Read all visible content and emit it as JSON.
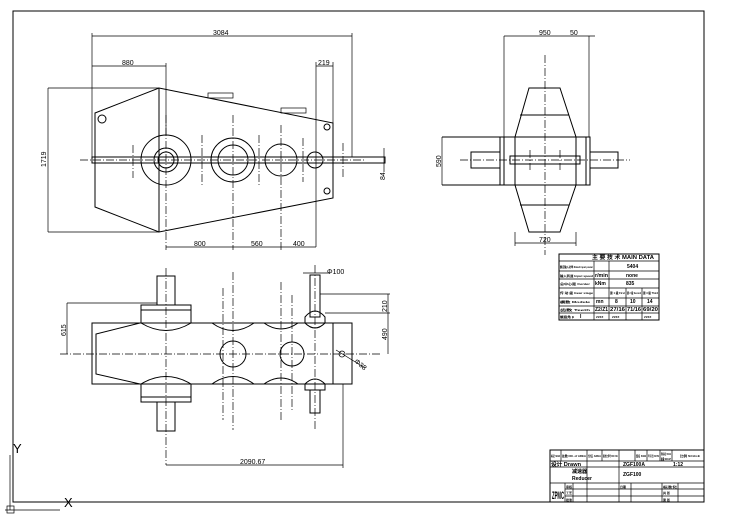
{
  "drawing": {
    "front_view": {
      "dims": {
        "overall_length": "3084",
        "left_offset": "880",
        "right_flange": "219",
        "height": "1719",
        "center_1": "800",
        "center_2": "560",
        "center_3": "400",
        "shaft_dia": "84"
      }
    },
    "side_view": {
      "dims": {
        "width": "950",
        "offset": "50",
        "height": "590",
        "body_width": "720"
      }
    },
    "top_view": {
      "dims": {
        "half_width": "615",
        "length": "2090.67",
        "shaft_dia": "Φ100",
        "dim_a": "210",
        "dim_b": "490",
        "hole": "Φ38"
      }
    },
    "ucs": {
      "x_label": "X",
      "y_label": "Y"
    },
    "main_data_table": {
      "title": "主 要 技 术 MAIN DATA",
      "rows": [
        [
          "额定输入功率 Rated input power",
          "",
          "5404"
        ],
        [
          "输入转速 Input speed",
          "r/min",
          "none"
        ],
        [
          "总中心距 Center",
          "kNm",
          "835"
        ],
        [
          "传 动 级 Gear stage",
          "",
          "第 1 级 First",
          "第 2 级 Second",
          "第 3 级 Third"
        ],
        [
          "模数 Module",
          "mn",
          "8",
          "10",
          "14"
        ],
        [
          "齿数 Teeth",
          "Z2/Z1",
          "27/16",
          "71/16",
          "69/20"
        ],
        [
          "螺旋角 β",
          "I",
          "ZZZZ",
          "ZZZZ",
          "ZZZZ"
        ]
      ]
    },
    "title_block": {
      "header": [
        "标记 SIGN",
        "处数 NO. of AREA",
        "分区 AREA",
        "更改文件号 DOC NO.",
        "签名 SIGN",
        "年月日 DATE",
        "阶段标记 STAGE",
        "重量 WEIGHT",
        "比例 SCALE"
      ],
      "scale": "1:12",
      "drawn": "设计 Drawn",
      "name_cn": "减速器",
      "name_en": "Reducer",
      "drawing_no": "ZGF100",
      "code": "ZGF100A",
      "company": "ZPMC",
      "rows": [
        "审核",
        "工艺",
        "批准",
        "日期",
        "标准化",
        "共 张",
        "第 张"
      ]
    }
  }
}
